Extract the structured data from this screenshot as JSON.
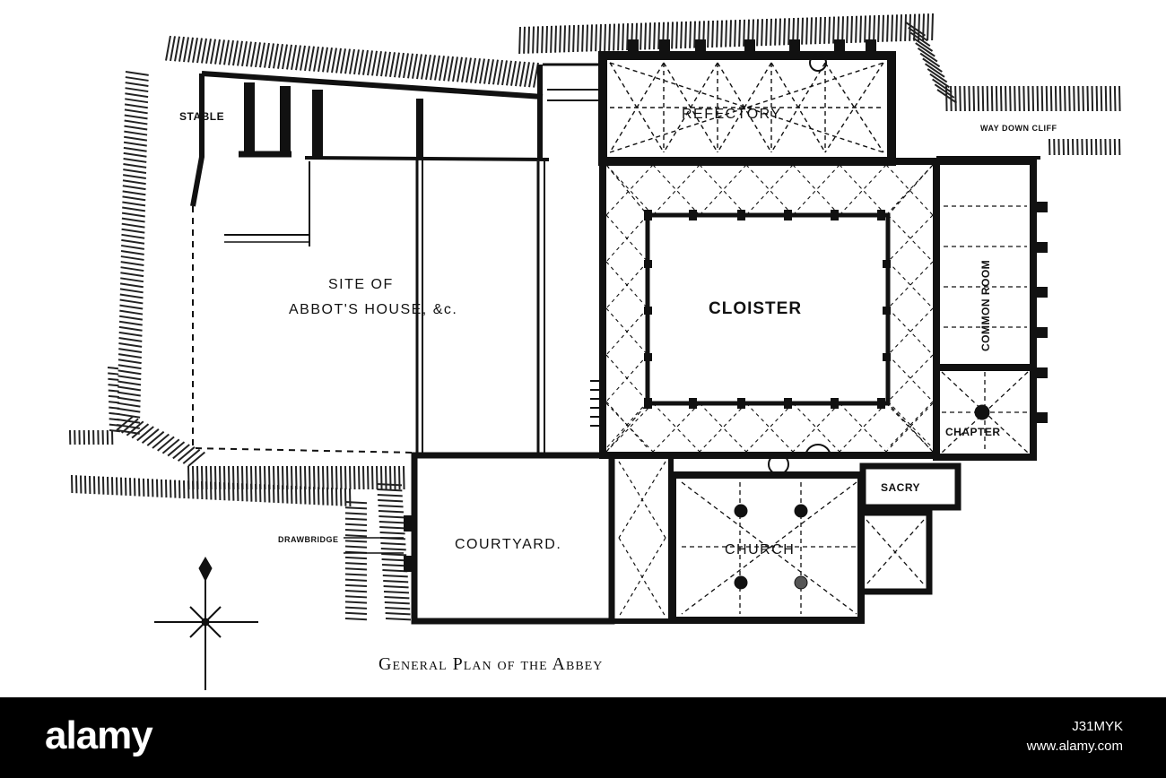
{
  "plan": {
    "caption": "General Plan of the Abbey",
    "labels": {
      "stable": "STABLE",
      "refectory": "REFECTORY",
      "way_down_cliff": "WAY DOWN CLIFF",
      "site_line1": "SITE OF",
      "site_line2": "ABBOT'S HOUSE, &c.",
      "cloister": "CLOISTER",
      "common_room": "COMMON ROOM",
      "chapter": "CHAPTER",
      "sacry": "SACRY",
      "drawbridge": "DRAWBRIDGE",
      "courtyard": "COURTYARD.",
      "church": "CHURCH"
    }
  },
  "colors": {
    "ink": "#111111",
    "paper": "#ffffff",
    "footer": "#000000"
  },
  "footer": {
    "logo": "alamy",
    "image_id": "J31MYK",
    "site": "www.alamy.com"
  }
}
